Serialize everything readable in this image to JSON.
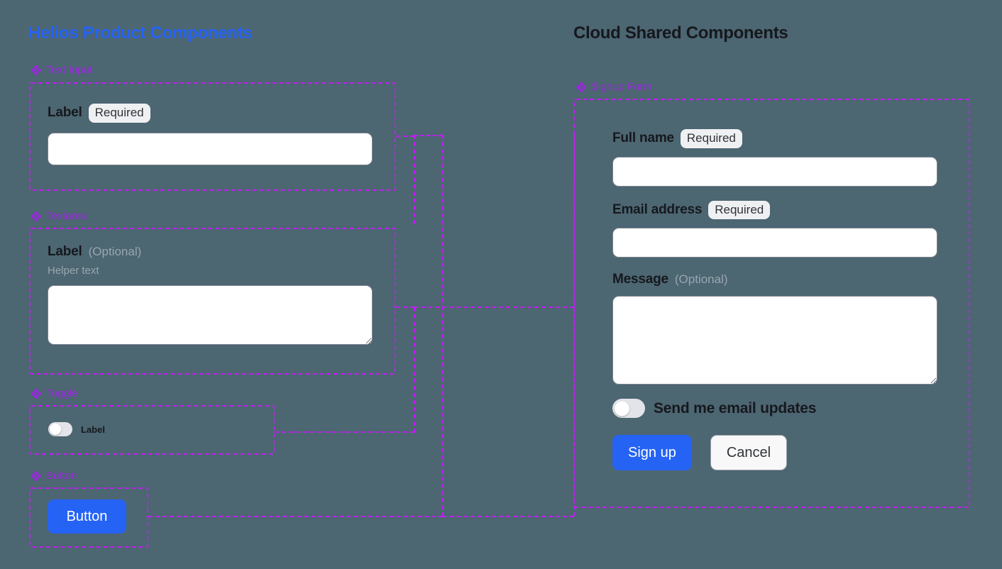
{
  "canvas": {
    "background_color": "#4c6672",
    "accent_blue": "#2563f5",
    "accent_purple": "#9b26e0",
    "dashed_outline_color": "#c01ff0"
  },
  "left_panel": {
    "title": "Helios Product Components",
    "sections": [
      {
        "name": "text-input",
        "heading": "Text Input",
        "icon": "diamond-cluster-icon",
        "field": {
          "label": "Label",
          "badge": "Required",
          "value": "",
          "placeholder": ""
        }
      },
      {
        "name": "textarea",
        "heading": "Textarea",
        "icon": "diamond-cluster-icon",
        "field": {
          "label": "Label",
          "optional_tag": "(Optional)",
          "helper_text": "Helper text",
          "value": "",
          "placeholder": ""
        }
      },
      {
        "name": "toggle",
        "heading": "Toggle",
        "icon": "diamond-cluster-icon",
        "field": {
          "label": "Label",
          "state": "off"
        }
      },
      {
        "name": "button",
        "heading": "Button",
        "icon": "diamond-cluster-icon",
        "field": {
          "label": "Button"
        }
      }
    ]
  },
  "right_panel": {
    "title": "Cloud Shared Components",
    "section": {
      "name": "signup-form",
      "heading": "Signup Form",
      "icon": "diamond-cluster-icon"
    },
    "form": {
      "full_name": {
        "label": "Full name",
        "badge": "Required",
        "value": "",
        "placeholder": ""
      },
      "email": {
        "label": "Email address",
        "badge": "Required",
        "value": "",
        "placeholder": ""
      },
      "message": {
        "label": "Message",
        "optional_tag": "(Optional)",
        "value": "",
        "placeholder": ""
      },
      "email_updates_toggle": {
        "label": "Send me email updates",
        "state": "off"
      },
      "submit_label": "Sign up",
      "cancel_label": "Cancel"
    }
  }
}
